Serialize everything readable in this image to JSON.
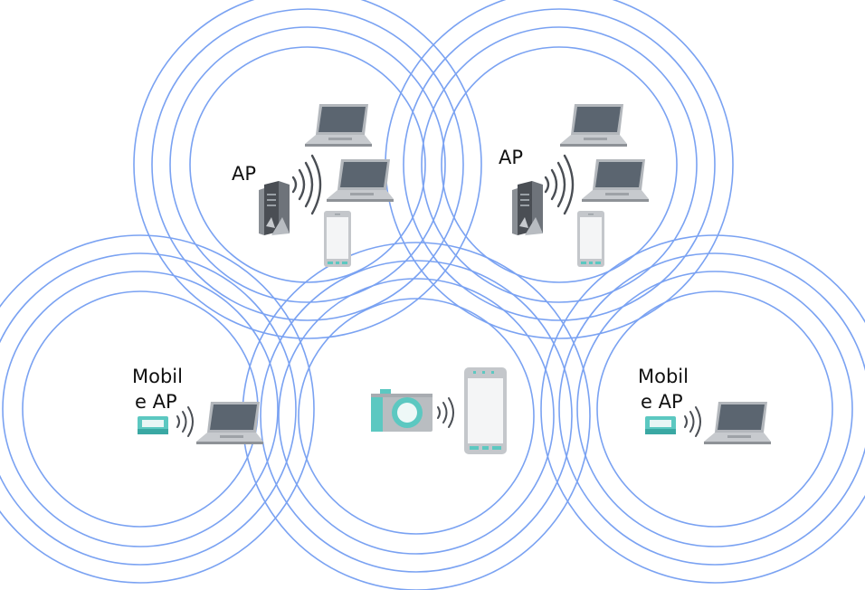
{
  "colors": {
    "ring": "#7aa2f2",
    "teal": "#5cc8c1",
    "tealDark": "#3aa8a3",
    "laptopBody": "#a9adb3",
    "laptopScreen": "#5b6570",
    "phoneFrame": "#c4c7cb",
    "router": "#4a4e54"
  },
  "labels": {
    "ap_left": "AP",
    "ap_right": "AP",
    "mobile_ap_left_line1": "Mobil",
    "mobile_ap_left_line2": "e AP",
    "mobile_ap_right_line1": "Mobil",
    "mobile_ap_right_line2": "e AP"
  },
  "icons": {
    "router": "wireless-router-icon",
    "laptop": "laptop-icon",
    "smartphone": "smartphone-icon",
    "camera": "camera-icon",
    "pocket_wifi": "pocket-wifi-icon",
    "signal": "wifi-signal-waves-icon"
  }
}
